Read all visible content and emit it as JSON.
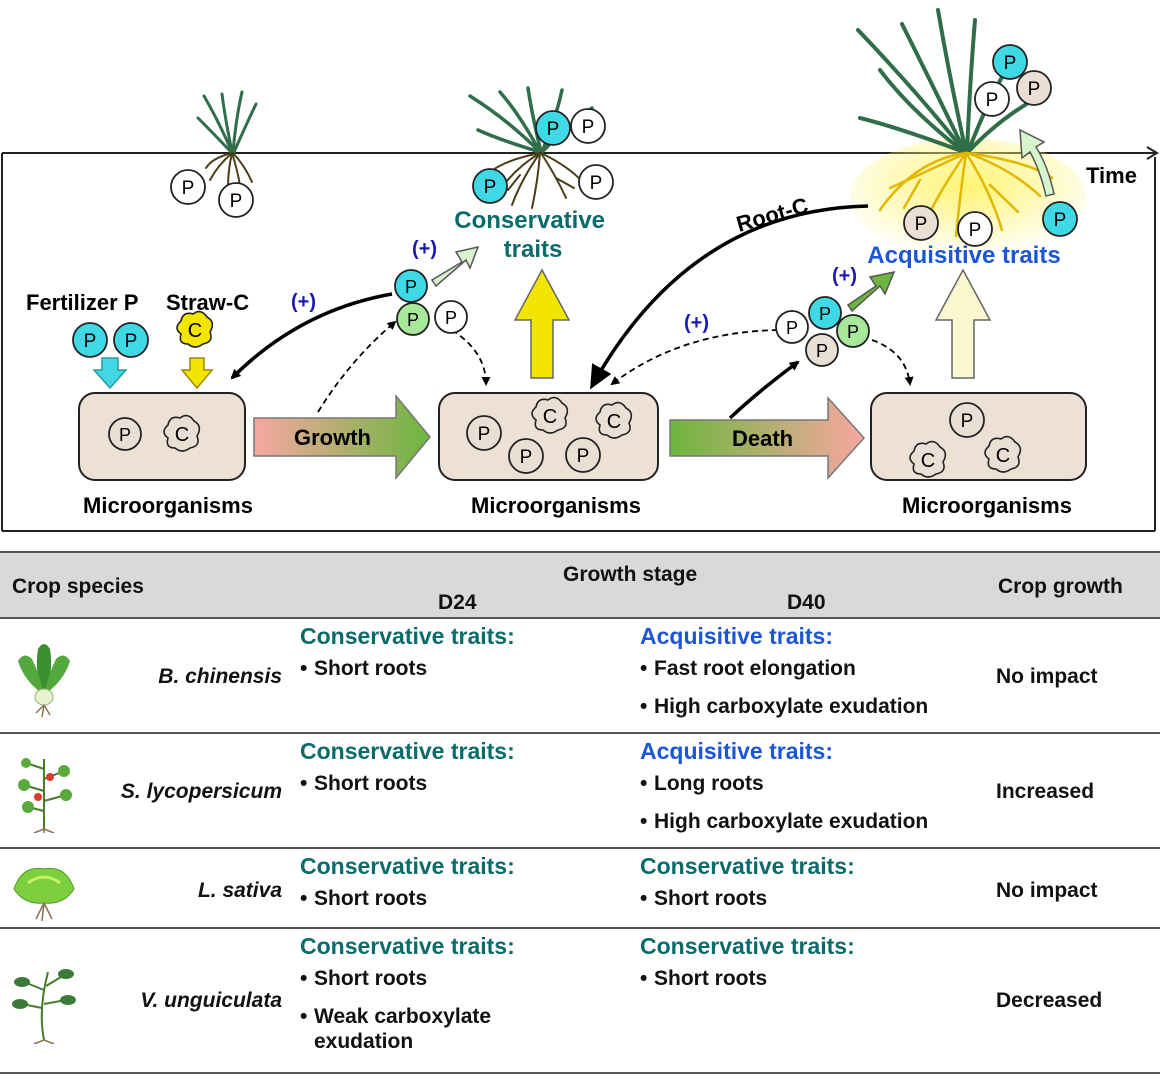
{
  "diagram": {
    "time_label": "Time",
    "fertilizer_label": "Fertilizer P",
    "straw_label": "Straw-C",
    "p_symbol": "P",
    "c_symbol": "C",
    "plus_label": "(+)",
    "growth_label": "Growth",
    "death_label": "Death",
    "root_c_label": "Root-C",
    "conservative_line1": "Conservative",
    "conservative_line2": "traits",
    "acquisitive_label": "Acquisitive traits",
    "micro_label": "Microorganisms",
    "colors": {
      "teal_text": "#0a6b6b",
      "blue_text": "#1c56d6",
      "plus_blue": "#1a1ab0",
      "p_cyan": "#3fd9e6",
      "p_green": "#a8e89b",
      "p_beige": "#eadfd4",
      "box_fill": "#ede1d6",
      "arrow_yellow": "#f2e600",
      "arrow_pale": "#fbf8cf",
      "grass": "#2f6e49"
    }
  },
  "table": {
    "headers": {
      "crop_species": "Crop species",
      "growth_stage": "Growth stage",
      "d24": "D24",
      "d40": "D40",
      "crop_growth": "Crop growth"
    },
    "rows": [
      {
        "species": "B. chinensis",
        "icon": "bok-choy-icon",
        "d24_title": "Conservative traits:",
        "d24_items": [
          "Short roots"
        ],
        "d40_title": "Acquisitive traits:",
        "d40_items": [
          "Fast root elongation",
          "High carboxylate exudation"
        ],
        "growth": "No impact"
      },
      {
        "species": "S. lycopersicum",
        "icon": "tomato-plant-icon",
        "d24_title": "Conservative traits:",
        "d24_items": [
          "Short roots"
        ],
        "d40_title": "Acquisitive traits:",
        "d40_items": [
          "Long roots",
          "High carboxylate exudation"
        ],
        "growth": "Increased"
      },
      {
        "species": "L. sativa",
        "icon": "lettuce-icon",
        "d24_title": "Conservative traits:",
        "d24_items": [
          "Short roots"
        ],
        "d40_title": "Conservative traits:",
        "d40_items": [
          "Short roots"
        ],
        "growth": "No impact"
      },
      {
        "species": "V. unguiculata",
        "icon": "cowpea-plant-icon",
        "d24_title": "Conservative traits:",
        "d24_items": [
          "Short roots",
          "Weak carboxylate exudation"
        ],
        "d40_title": "Conservative traits:",
        "d40_items": [
          "Short roots"
        ],
        "growth": "Decreased"
      }
    ]
  }
}
